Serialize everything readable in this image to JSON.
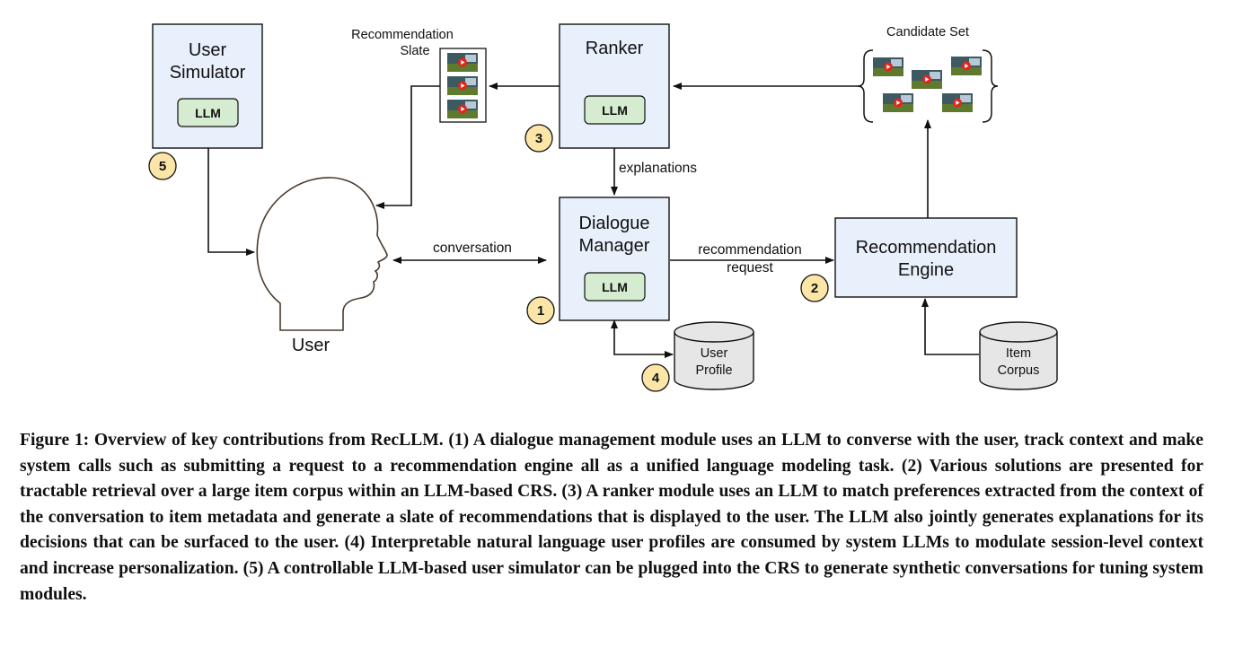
{
  "diagram": {
    "user_simulator": {
      "line1": "User",
      "line2": "Simulator",
      "llm": "LLM",
      "badge": "5"
    },
    "ranker": {
      "title": "Ranker",
      "llm": "LLM",
      "badge": "3"
    },
    "dialogue_manager": {
      "line1": "Dialogue",
      "line2": "Manager",
      "llm": "LLM",
      "badge": "1"
    },
    "recommendation_engine": {
      "line1": "Recommendation",
      "line2": "Engine",
      "badge": "2"
    },
    "slate": {
      "line1": "Recommendation",
      "line2": "Slate"
    },
    "candidate_set": {
      "title": "Candidate Set"
    },
    "user": {
      "label": "User"
    },
    "user_profile": {
      "line1": "User",
      "line2": "Profile",
      "badge": "4"
    },
    "item_corpus": {
      "line1": "Item",
      "line2": "Corpus"
    },
    "edges": {
      "explanations": "explanations",
      "conversation": "conversation",
      "recommendation_request_line1": "recommendation",
      "recommendation_request_line2": "request"
    },
    "colors": {
      "box_fill": "#e8f0fb",
      "llm_fill": "#d5ecd0",
      "badge_fill": "#fbe6a8",
      "cylinder_fill": "#e6e6e6"
    }
  },
  "caption": "Figure 1: Overview of key contributions from RecLLM. (1) A dialogue management module uses an LLM to converse with the user, track context and make system calls such as submitting a request to a recommendation engine all as a unified language modeling task. (2) Various solutions are presented for tractable retrieval over a large item corpus within an LLM-based CRS. (3) A ranker module uses an LLM to match preferences extracted from the context of the conversation to item metadata and generate a slate of recommendations that is displayed to the user. The LLM also jointly generates explanations for its decisions that can be surfaced to the user. (4) Interpretable natural language user profiles are consumed by system LLMs to modulate session-level context and increase personalization. (5) A controllable LLM-based user simulator can be plugged into the CRS to generate synthetic conversations for tuning system modules."
}
